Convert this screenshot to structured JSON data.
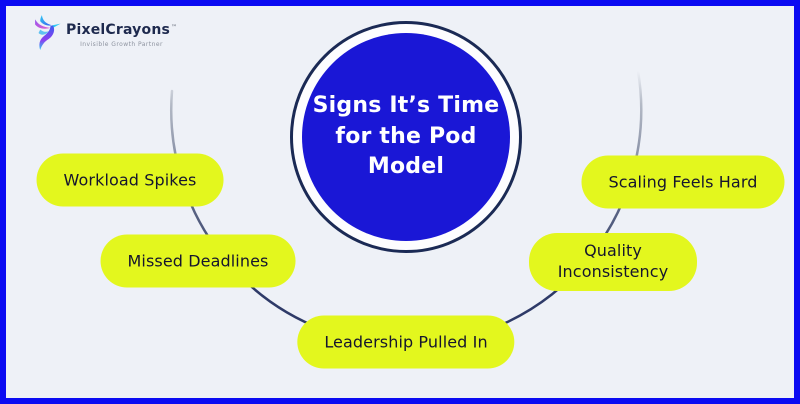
{
  "brand": {
    "name": "PixelCrayons",
    "trademark": "™",
    "tagline": "Invisible Growth Partner"
  },
  "hub": {
    "title": "Signs It’s Time for the Pod Model",
    "lines": [
      "Signs It’s Time",
      "for the Pod",
      "Model"
    ]
  },
  "nodes": [
    {
      "label": "Workload Spikes"
    },
    {
      "label": "Missed Deadlines"
    },
    {
      "label": "Leadership Pulled In"
    },
    {
      "label": "Quality Inconsistency"
    },
    {
      "label": "Scaling Feels Hard"
    }
  ],
  "colors": {
    "frame_border": "#0b0bf2",
    "background": "#eef1f7",
    "hub_fill": "#1a17d6",
    "hub_ring": "#1b2a55",
    "hub_text": "#ffffff",
    "node_fill": "#e3f71e",
    "node_text": "#15152e",
    "arc_navy": "#2e3a68",
    "arc_gray": "#a9b0bd",
    "brand_text": "#1e2a4e",
    "tagline_text": "#8d939f"
  }
}
